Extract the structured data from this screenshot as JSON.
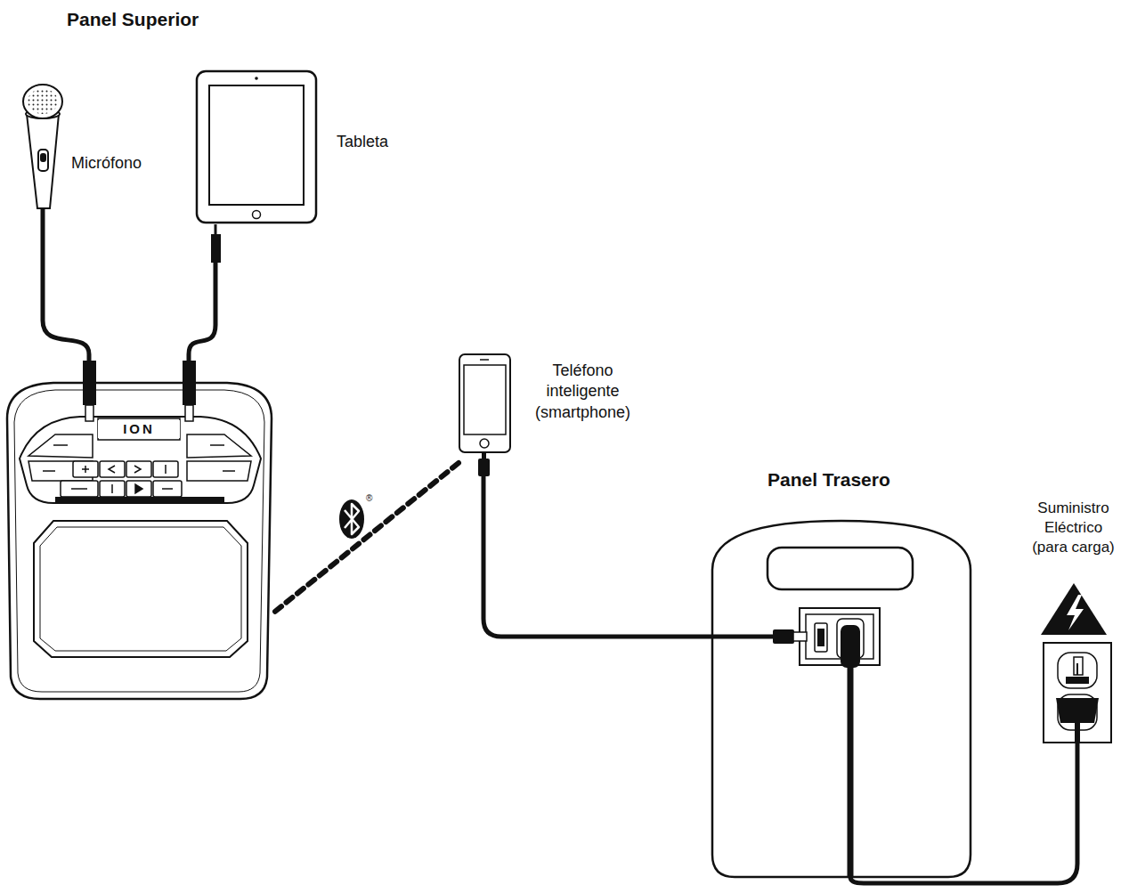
{
  "diagram": {
    "nodes": [
      {
        "text": [
          "Micrófono"
        ]
      },
      {
        "text": [
          "Tableta"
        ]
      },
      {
        "text": [
          "ION"
        ]
      },
      {
        "text": [
          "Teléfono inteligente (smartphone)"
        ]
      },
      {
        "text": [
          "Panel Trasero"
        ]
      },
      {
        "text": [
          "Suministro Eléctrico (para carga)"
        ]
      }
    ],
    "edges": [
      {
        "from": 0,
        "to": 2,
        "arrow": "none"
      },
      {
        "from": 1,
        "to": 2,
        "arrow": "none"
      },
      {
        "from": 3,
        "to": 2,
        "arrow": "none"
      },
      {
        "from": 3,
        "to": 4,
        "arrow": "none"
      },
      {
        "from": 5,
        "to": 4,
        "arrow": "none"
      }
    ],
    "labels": [
      "Panel Superior",
      "®"
    ]
  }
}
